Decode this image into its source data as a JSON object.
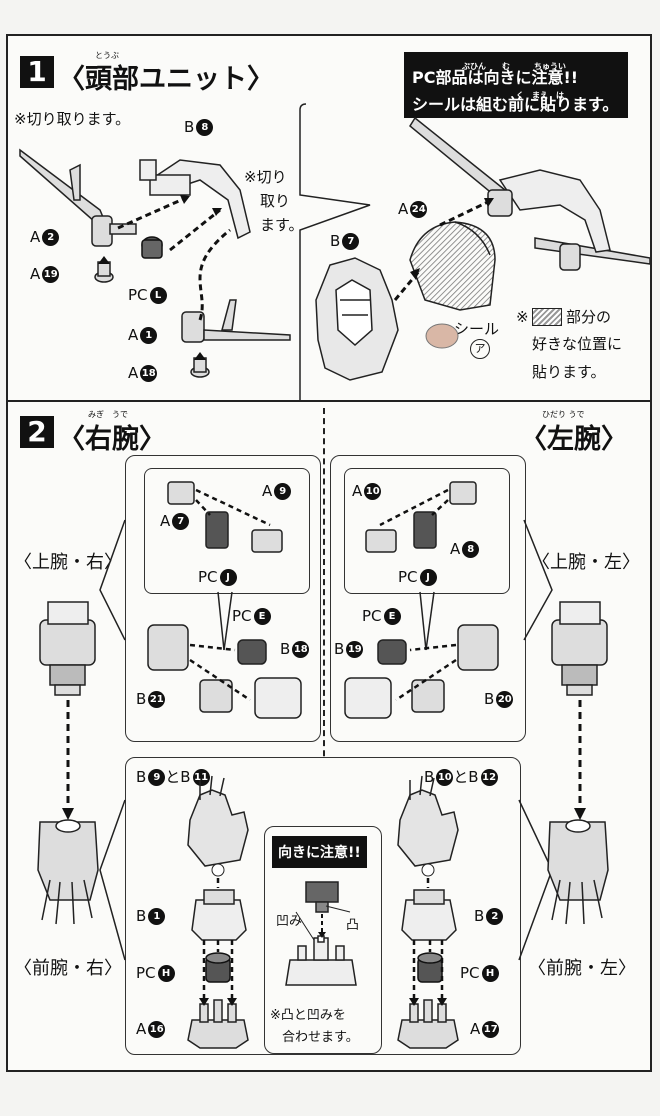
{
  "step1": {
    "number": "1",
    "title": "〈頭部ユニット〉",
    "ruby": "とうぶ",
    "notice_line1": "PC部品は向きに注意!!",
    "notice_line2": "シールは組む前に貼ります。",
    "notice_ruby1": "ぶひん　　む　　　ちゅうい",
    "notice_ruby2": "く　まえ　は",
    "cut_note": "※切り取ります。",
    "cut_side_l1": "※切り",
    "cut_side_l2": "取り",
    "cut_side_l3": "ます。",
    "seal_label": "シール",
    "seal_mark": "ア",
    "sticker_note_l1": "※",
    "sticker_note_l2": "部分の",
    "sticker_note_l3": "好きな位置に",
    "sticker_note_l4": "貼ります。",
    "parts": {
      "b8": "B",
      "b8n": "8",
      "a2": "A",
      "a2n": "2",
      "a19": "A",
      "a19n": "19",
      "pcl": "PC",
      "pcln": "L",
      "a1": "A",
      "a1n": "1",
      "a18": "A",
      "a18n": "18",
      "a24": "A",
      "a24n": "24",
      "b7": "B",
      "b7n": "7"
    }
  },
  "step2": {
    "number": "2",
    "title_right": "〈右腕〉",
    "title_left": "〈左腕〉",
    "ruby_right": "みぎ　うで",
    "ruby_left": "ひだり うで",
    "upper_right": "〈上腕・右〉",
    "upper_left": "〈上腕・左〉",
    "lower_right": "〈前腕・右〉",
    "lower_left": "〈前腕・左〉",
    "orient_title": "向きに注意!!",
    "concave": "凹み",
    "convex": "凸",
    "match_note_l1": "※凸と凹みを",
    "match_note_l2": "合わせます。",
    "parts": {
      "a9": "A",
      "a9n": "9",
      "a7": "A",
      "a7n": "7",
      "pcj_r": "PC",
      "pcj_rn": "J",
      "pce_r": "PC",
      "pce_rn": "E",
      "b18": "B",
      "b18n": "18",
      "b21": "B",
      "b21n": "21",
      "a10": "A",
      "a10n": "10",
      "a8": "A",
      "a8n": "8",
      "pcj_l": "PC",
      "pcj_ln": "J",
      "pce_l": "PC",
      "pce_ln": "E",
      "b19": "B",
      "b19n": "19",
      "b20": "B",
      "b20n": "20",
      "hand_r": "B",
      "hand_rn1": "9",
      "hand_rand": "とB",
      "hand_rn2": "11",
      "hand_l": "B",
      "hand_ln1": "10",
      "hand_land": "とB",
      "hand_ln2": "12",
      "b1": "B",
      "b1n": "1",
      "b2": "B",
      "b2n": "2",
      "pch_r": "PC",
      "pch_rn": "H",
      "pch_l": "PC",
      "pch_ln": "H",
      "a16": "A",
      "a16n": "16",
      "a17": "A",
      "a17n": "17"
    }
  }
}
